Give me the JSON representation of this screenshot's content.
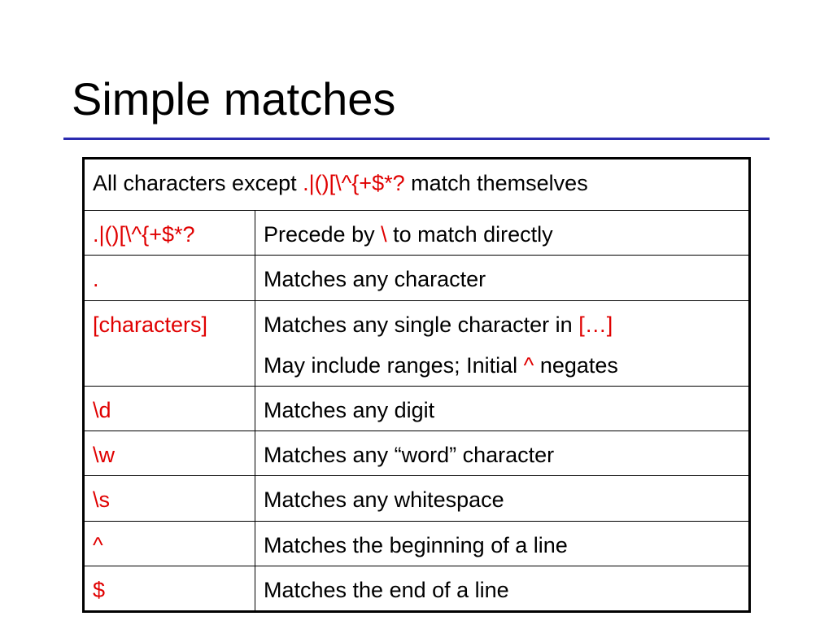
{
  "slide": {
    "title": "Simple matches",
    "accent_color": "#e00000",
    "rule_color": "#2b2bb0"
  },
  "table": {
    "header": {
      "prefix": "All characters except ",
      "special": ".|()[\\^{+$*?",
      "suffix": " match themselves"
    },
    "rows": [
      {
        "pattern": ".|()[\\^{+$*?",
        "desc_prefix": "Precede by ",
        "desc_special": "\\",
        "desc_suffix": " to match directly"
      },
      {
        "pattern": ".",
        "desc": "Matches any character"
      },
      {
        "pattern": "[characters]",
        "desc_prefix": "Matches any single character in ",
        "desc_special": "[…]",
        "desc2_prefix": "May include ranges; Initial ",
        "desc2_special": "^",
        "desc2_suffix": " negates"
      },
      {
        "pattern": "\\d",
        "desc": "Matches any digit"
      },
      {
        "pattern": "\\w",
        "desc": "Matches any “word” character"
      },
      {
        "pattern": "\\s",
        "desc": "Matches any whitespace"
      },
      {
        "pattern": "^",
        "desc": "Matches the beginning of a line"
      },
      {
        "pattern": "$",
        "desc": "Matches the end of a line"
      }
    ]
  }
}
